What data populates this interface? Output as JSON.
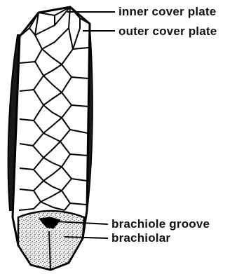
{
  "figure": {
    "labels": {
      "inner_cover_plate": "inner cover plate",
      "outer_cover_plate": "outer cover plate",
      "brachiole_groove": "brachiole groove",
      "brachiolar": "brachiolar"
    }
  }
}
